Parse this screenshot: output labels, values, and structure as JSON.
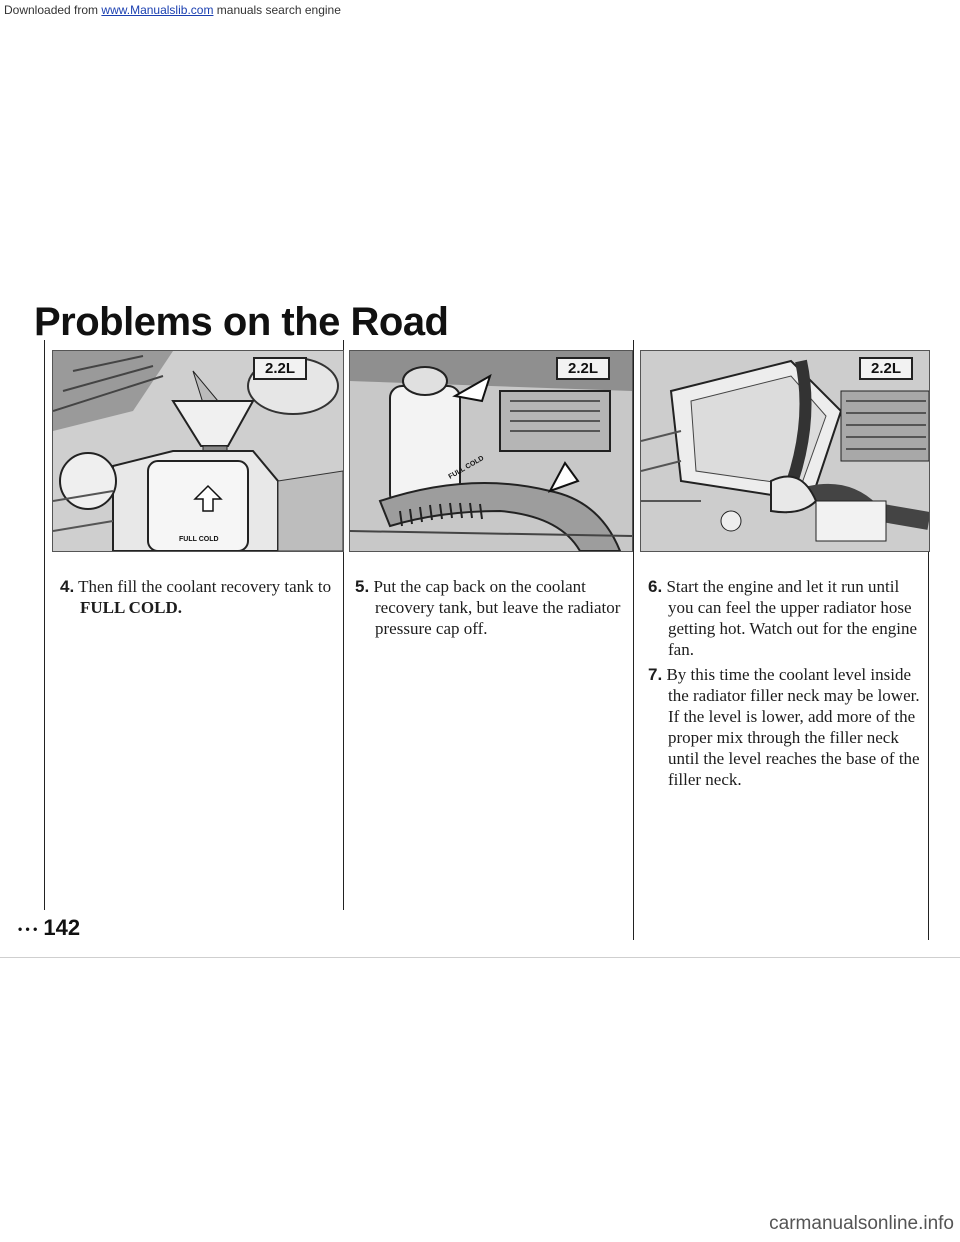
{
  "header_note": {
    "prefix": "Downloaded from",
    "link": "www.Manualslib.com",
    "suffix": "manuals search engine"
  },
  "page_title": "Problems on the Road",
  "figures": [
    {
      "badge": "2.2L",
      "tank_label": "FULL COLD"
    },
    {
      "badge": "2.2L",
      "tank_label": "FULL COLD"
    },
    {
      "badge": "2.2L"
    }
  ],
  "steps": {
    "s4": {
      "num": "4.",
      "lines": [
        "Then fill the coolant recovery tank to"
      ],
      "bold_line": "FULL COLD."
    },
    "s5": {
      "num": "5.",
      "lines": [
        "Put the cap back on the coolant",
        "recovery tank, but leave the radiator",
        "pressure cap off."
      ]
    },
    "s6": {
      "num": "6.",
      "lines": [
        "Start the engine and let it run until",
        "you can feel the upper radiator hose",
        "getting hot. Watch out for the engine",
        "fan."
      ]
    },
    "s7": {
      "num": "7.",
      "lines": [
        "By this time the coolant level inside",
        "the radiator filler neck may be lower.",
        "If the level is lower, add more of the",
        "proper mix through the filler neck",
        "until the level reaches the base of the",
        "filler neck."
      ]
    }
  },
  "page_number": "142",
  "page_dots": "• • •",
  "watermark": "carmanualsonline.info"
}
